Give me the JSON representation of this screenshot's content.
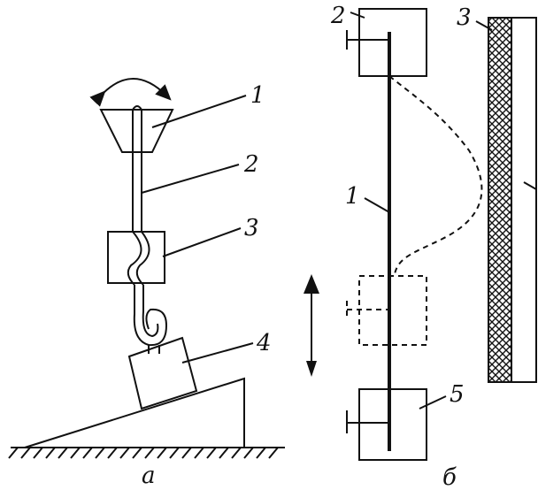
{
  "figure_a": {
    "labels": [
      "1",
      "2",
      "3",
      "4"
    ],
    "caption": "а"
  },
  "figure_b": {
    "labels": [
      "1",
      "2",
      "3",
      "5"
    ],
    "caption": "б"
  }
}
